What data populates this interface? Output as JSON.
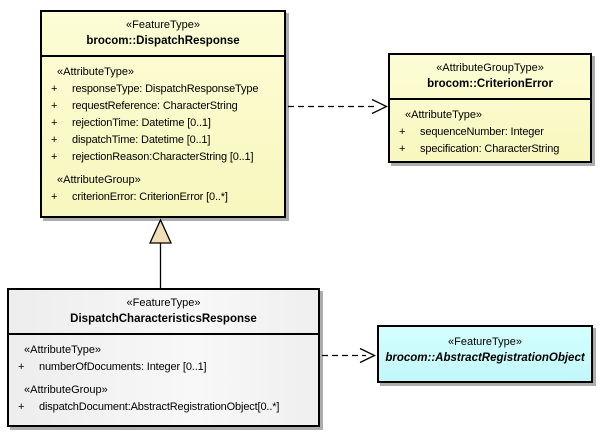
{
  "symbols": {
    "plus": "+"
  },
  "colors": {
    "yellow_fill": "#FBFBC8",
    "gray_fill": "#F2F2F2",
    "cyan_fill": "#CCFFFF",
    "border": "#000000",
    "shadow": "#ADADAD",
    "generalization_triangle_fill": "#F2DFB8",
    "background": "#FFFFFF"
  },
  "boxes": {
    "dispatchResponse": {
      "stereotype": "«FeatureType»",
      "name": "brocom::DispatchResponse",
      "sections": [
        {
          "label": "«AttributeType»",
          "rows": [
            "responseType: DispatchResponseType",
            "requestReference: CharacterString",
            "rejectionTime: Datetime [0..1]",
            "dispatchTime: Datetime [0..1]",
            "rejectionReason:CharacterString [0..1]"
          ]
        },
        {
          "label": "«AttributeGroup»",
          "rows": [
            "criterionError: CriterionError [0..*]"
          ]
        }
      ]
    },
    "criterionError": {
      "stereotype": "«AttributeGroupType»",
      "name": "brocom::CriterionError",
      "sections": [
        {
          "label": "«AttributeType»",
          "rows": [
            "sequenceNumber: Integer",
            "specification: CharacterString"
          ]
        }
      ]
    },
    "dispatchCharacteristicsResponse": {
      "stereotype": "«FeatureType»",
      "name": "DispatchCharacteristicsResponse",
      "sections": [
        {
          "label": "«AttributeType»",
          "rows": [
            "numberOfDocuments: Integer [0..1]"
          ]
        },
        {
          "label": "«AttributeGroup»",
          "rows": [
            "dispatchDocument:AbstractRegistrationObject[0..*]"
          ]
        }
      ]
    },
    "abstractRegistrationObject": {
      "stereotype": "«FeatureType»",
      "name": "brocom::AbstractRegistrationObject"
    }
  },
  "connectors": [
    {
      "type": "generalization",
      "source": "DispatchCharacteristicsResponse",
      "target": "brocom::DispatchResponse"
    },
    {
      "type": "dependency",
      "source": "brocom::DispatchResponse",
      "target": "brocom::CriterionError"
    },
    {
      "type": "dependency",
      "source": "DispatchCharacteristicsResponse",
      "target": "brocom::AbstractRegistrationObject"
    }
  ]
}
